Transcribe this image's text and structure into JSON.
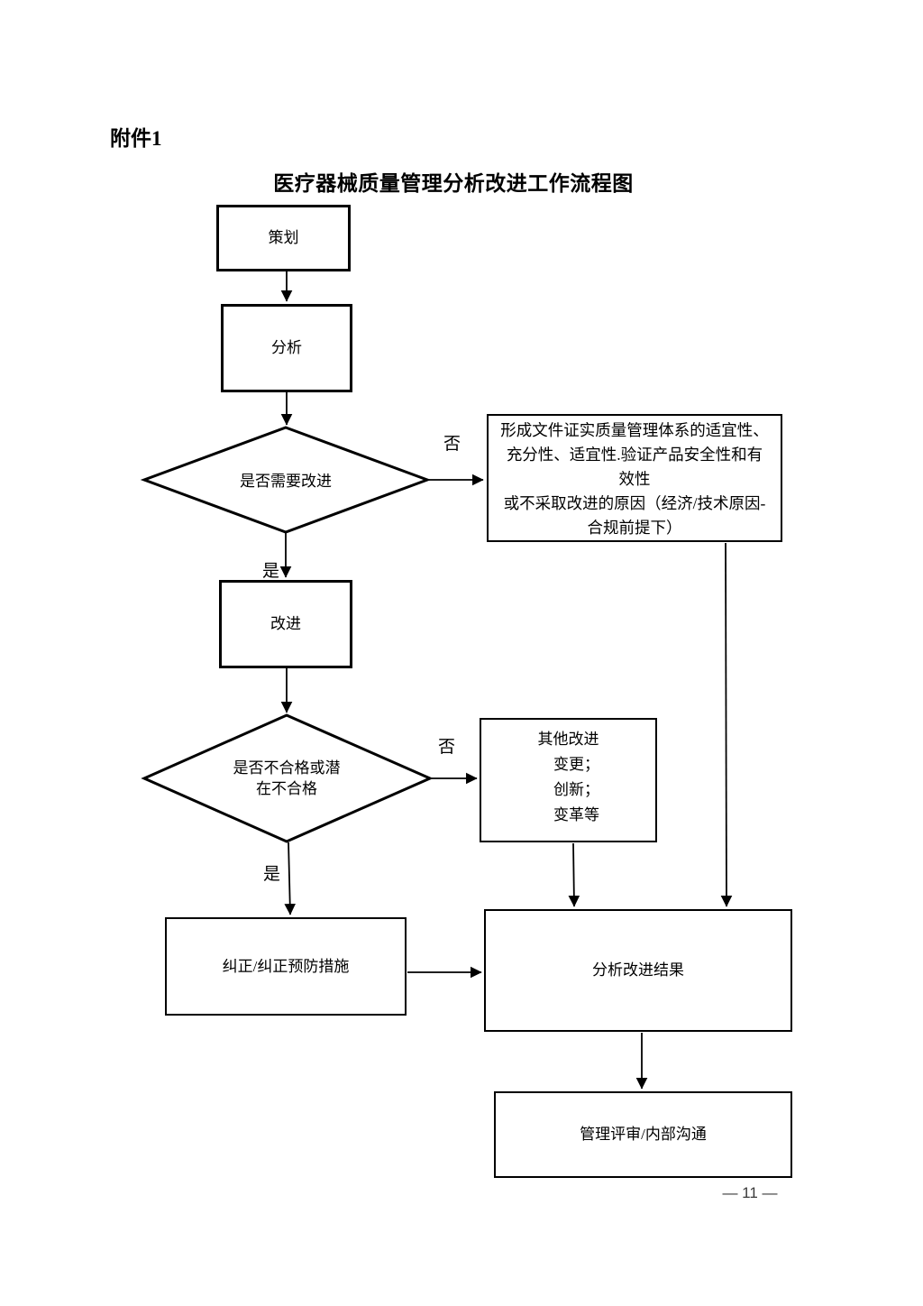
{
  "page": {
    "attachment_label": "附件1",
    "title": "医疗器械质量管理分析改进工作流程图",
    "page_number": "— 11 —"
  },
  "flowchart": {
    "plan": {
      "label": "策划"
    },
    "analyze": {
      "label": "分析"
    },
    "decision_need_improvement": {
      "label": "是否需要改进"
    },
    "documentation_branch": {
      "paragraphs": [
        "形成文件证实质量管理体系的适宜性、充分性、适宜性.验证产品安全性和有效性",
        "或不采取改进的原因（经济/技术原因-合规前提下）"
      ]
    },
    "improve": {
      "label": "改进"
    },
    "decision_nonconformity": {
      "label": "是否不合格或潜在不合格"
    },
    "other_improvement": {
      "lines": [
        "其他改进",
        "变更；",
        "创新；",
        "变革等"
      ]
    },
    "correction": {
      "label": "纠正/纠正预防措施"
    },
    "analysis_result": {
      "label": "分析改进结果"
    },
    "management_review": {
      "label": "管理评审/内部沟通"
    },
    "edge_labels": {
      "no_1": "否",
      "yes_1": "是",
      "no_2": "否",
      "yes_2": "是"
    },
    "colors": {
      "line": "#000000",
      "border": "#000000",
      "background": "#ffffff",
      "text": "#000000"
    }
  }
}
